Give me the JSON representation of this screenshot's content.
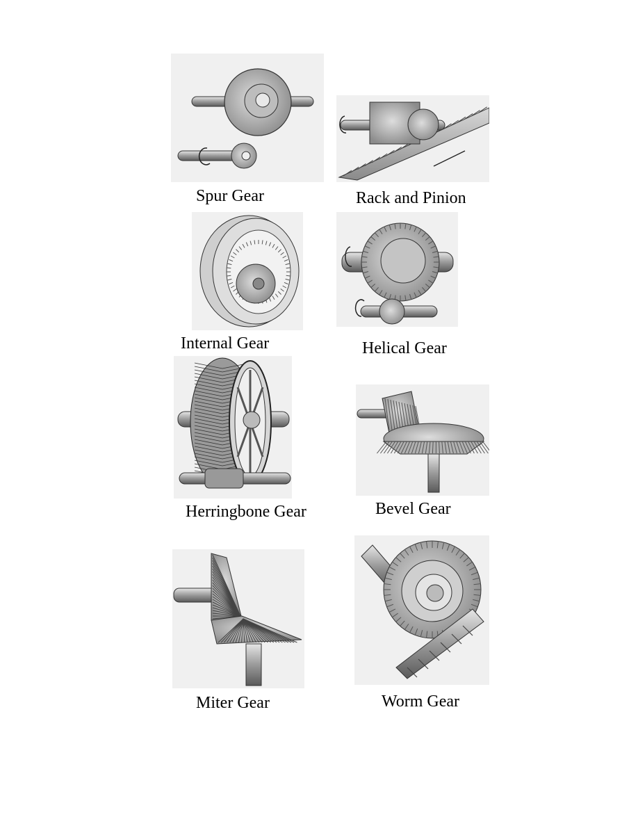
{
  "gears": [
    {
      "id": "spur",
      "label": "Spur Gear"
    },
    {
      "id": "rack-and-pinion",
      "label": "Rack and Pinion"
    },
    {
      "id": "internal",
      "label": "Internal Gear"
    },
    {
      "id": "helical",
      "label": "Helical Gear"
    },
    {
      "id": "herringbone",
      "label": "Herringbone Gear"
    },
    {
      "id": "bevel",
      "label": "Bevel Gear"
    },
    {
      "id": "miter",
      "label": "Miter Gear"
    },
    {
      "id": "worm",
      "label": "Worm Gear"
    }
  ]
}
